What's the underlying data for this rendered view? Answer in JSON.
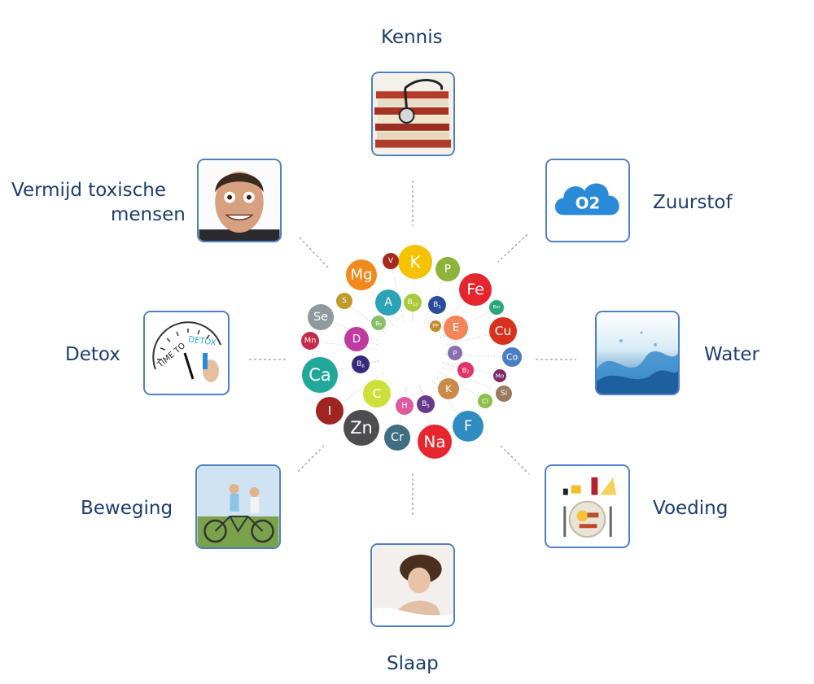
{
  "nodes": {
    "kennis": {
      "label": "Kennis",
      "icon": "books-stethoscope-icon"
    },
    "zuurstof": {
      "label": "Zuurstof",
      "icon": "oxygen-cloud-icon",
      "badge": "O2"
    },
    "water": {
      "label": "Water",
      "icon": "water-splash-icon"
    },
    "voeding": {
      "label": "Voeding",
      "icon": "meal-plate-icon"
    },
    "slaap": {
      "label": "Slaap",
      "icon": "sleeping-woman-icon"
    },
    "beweging": {
      "label": "Beweging",
      "icon": "tandem-bike-icon"
    },
    "detox": {
      "label": "Detox",
      "icon": "time-to-detox-icon",
      "clock_text": "TiME TO",
      "detox_text": "DETOX"
    },
    "toxisch": {
      "label_line1": "Vermijd toxische",
      "label_line2": "mensen",
      "icon": "grinning-man-icon"
    }
  },
  "colors": {
    "label": "#1d3d6e",
    "tile_border": "#4f7fc2",
    "connector": "#9a9a9a"
  },
  "nutrients": [
    {
      "sym": "K",
      "color": "#f5c200"
    },
    {
      "sym": "P",
      "color": "#8db33a"
    },
    {
      "sym": "V",
      "color": "#a32a1f"
    },
    {
      "sym": "Mg",
      "color": "#f08a1c"
    },
    {
      "sym": "Fe",
      "color": "#e5262f"
    },
    {
      "sym": "Bor",
      "color": "#2aa67e"
    },
    {
      "sym": "Cu",
      "color": "#d8321e"
    },
    {
      "sym": "Co",
      "color": "#4a7fc4"
    },
    {
      "sym": "Mo",
      "color": "#7d2a6b"
    },
    {
      "sym": "Si",
      "color": "#9a7a60"
    },
    {
      "sym": "Cl",
      "color": "#8cc04a"
    },
    {
      "sym": "F",
      "color": "#2f8cc0"
    },
    {
      "sym": "Na",
      "color": "#e5262f"
    },
    {
      "sym": "Cr",
      "color": "#3f6e80"
    },
    {
      "sym": "Zn",
      "color": "#4d4d4f"
    },
    {
      "sym": "I",
      "color": "#9e2521"
    },
    {
      "sym": "Ca",
      "color": "#22a89a"
    },
    {
      "sym": "Mn",
      "color": "#c42a4a"
    },
    {
      "sym": "Se",
      "color": "#8e9a9e"
    },
    {
      "sym": "S",
      "color": "#c09a2a"
    },
    {
      "sym": "A",
      "color": "#2ba3b7"
    },
    {
      "sym": "B12",
      "color": "#a8c93a"
    },
    {
      "sym": "B1",
      "color": "#2a4d9a"
    },
    {
      "sym": "E",
      "color": "#f0865a"
    },
    {
      "sym": "PP",
      "color": "#c48a2a"
    },
    {
      "sym": "P",
      "color": "#8a6fb5"
    },
    {
      "sym": "B2",
      "color": "#e0336a"
    },
    {
      "sym": "K",
      "color": "#c98a4a"
    },
    {
      "sym": "B5",
      "color": "#6a3a8a"
    },
    {
      "sym": "H",
      "color": "#e05aa0"
    },
    {
      "sym": "C",
      "color": "#cde03a"
    },
    {
      "sym": "B6",
      "color": "#3a2a7a"
    },
    {
      "sym": "D",
      "color": "#c03aa0"
    },
    {
      "sym": "B9",
      "color": "#8abf6a"
    }
  ]
}
